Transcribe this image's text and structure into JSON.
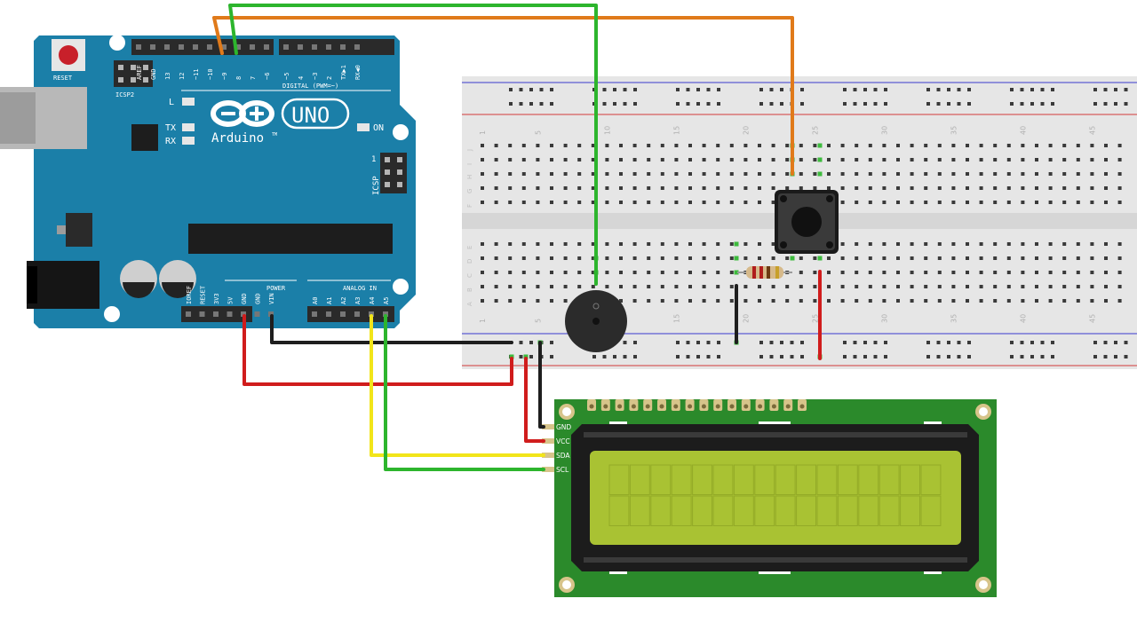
{
  "arduino": {
    "reset_label": "RESET",
    "icsp2_label": "ICSP2",
    "icsp_label": "ICSP",
    "icsp_pin1": "1",
    "l_label": "L",
    "tx_label": "TX",
    "rx_label": "RX",
    "on_label": "ON",
    "uno_label": "UNO",
    "brand_label": "Arduino",
    "tm_label": "TM",
    "digital_label": "DIGITAL (PWM=~)",
    "power_label": "POWER",
    "analog_label": "ANALOG IN",
    "digital_pins": [
      "AREF",
      "GND",
      "13",
      "12",
      "~11",
      "~10",
      "~9",
      "8",
      "7",
      "~6",
      "~5",
      "4",
      "~3",
      "2",
      "TX▶1",
      "RX◀0"
    ],
    "power_pins": [
      "IOREF",
      "RESET",
      "3V3",
      "5V",
      "GND",
      "GND",
      "VIN"
    ],
    "analog_pins": [
      "A0",
      "A1",
      "A2",
      "A3",
      "A4",
      "A5"
    ]
  },
  "breadboard": {
    "column_numbers": [
      "1",
      "5",
      "10",
      "15",
      "20",
      "25",
      "30",
      "35",
      "40",
      "45"
    ],
    "upper_rows": [
      "J",
      "I",
      "H",
      "G",
      "F"
    ],
    "lower_rows": [
      "E",
      "D",
      "C",
      "B",
      "A"
    ]
  },
  "lcd": {
    "pins": [
      "GND",
      "VCC",
      "SDA",
      "SCL"
    ],
    "columns": 16,
    "rows": 2,
    "backlight_color": "#a9c233"
  },
  "wire_colors": {
    "orange": "#e07a1a",
    "green": "#2db52d",
    "black": "#1e1e1e",
    "red": "#d01c1c",
    "yellow": "#f2e51a"
  },
  "board_colors": {
    "arduino_blue": "#1b7fa8",
    "lcd_green": "#2b8a2b"
  }
}
